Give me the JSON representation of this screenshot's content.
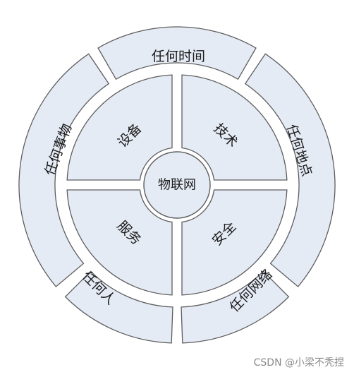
{
  "diagram": {
    "center": "物联网",
    "inner": [
      "设备",
      "技术",
      "服务",
      "安全"
    ],
    "outer": [
      "任何时间",
      "任何地点",
      "任何网络",
      "任何人",
      "任何事物"
    ]
  },
  "watermark": "CSDN @小梁不秃捏",
  "colors": {
    "fill": "#e5ebf5",
    "stroke": "#5d5d5d",
    "text": "#1a1a1a",
    "watermark": "#8a8a8a"
  }
}
